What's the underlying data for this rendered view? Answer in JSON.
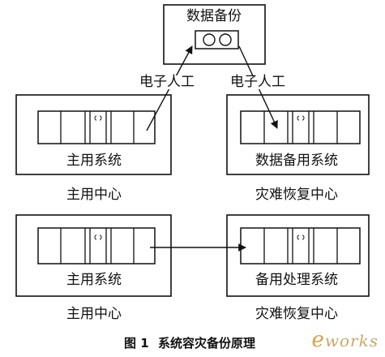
{
  "backup": {
    "title": "数据备份"
  },
  "channels": {
    "left": "电子人工",
    "right": "电子人工"
  },
  "top_row": {
    "primary_system": "主用系统",
    "primary_center": "主用中心",
    "backup_system": "数据备用系统",
    "backup_center": "灾难恢复中心"
  },
  "bottom_row": {
    "primary_system": "主用系统",
    "primary_center": "主用中心",
    "backup_system": "备用处理系统",
    "backup_center": "灾难恢复中心"
  },
  "caption": {
    "number": "图 1",
    "text": "系统容灾备份原理"
  },
  "logo": {
    "text": "works"
  }
}
